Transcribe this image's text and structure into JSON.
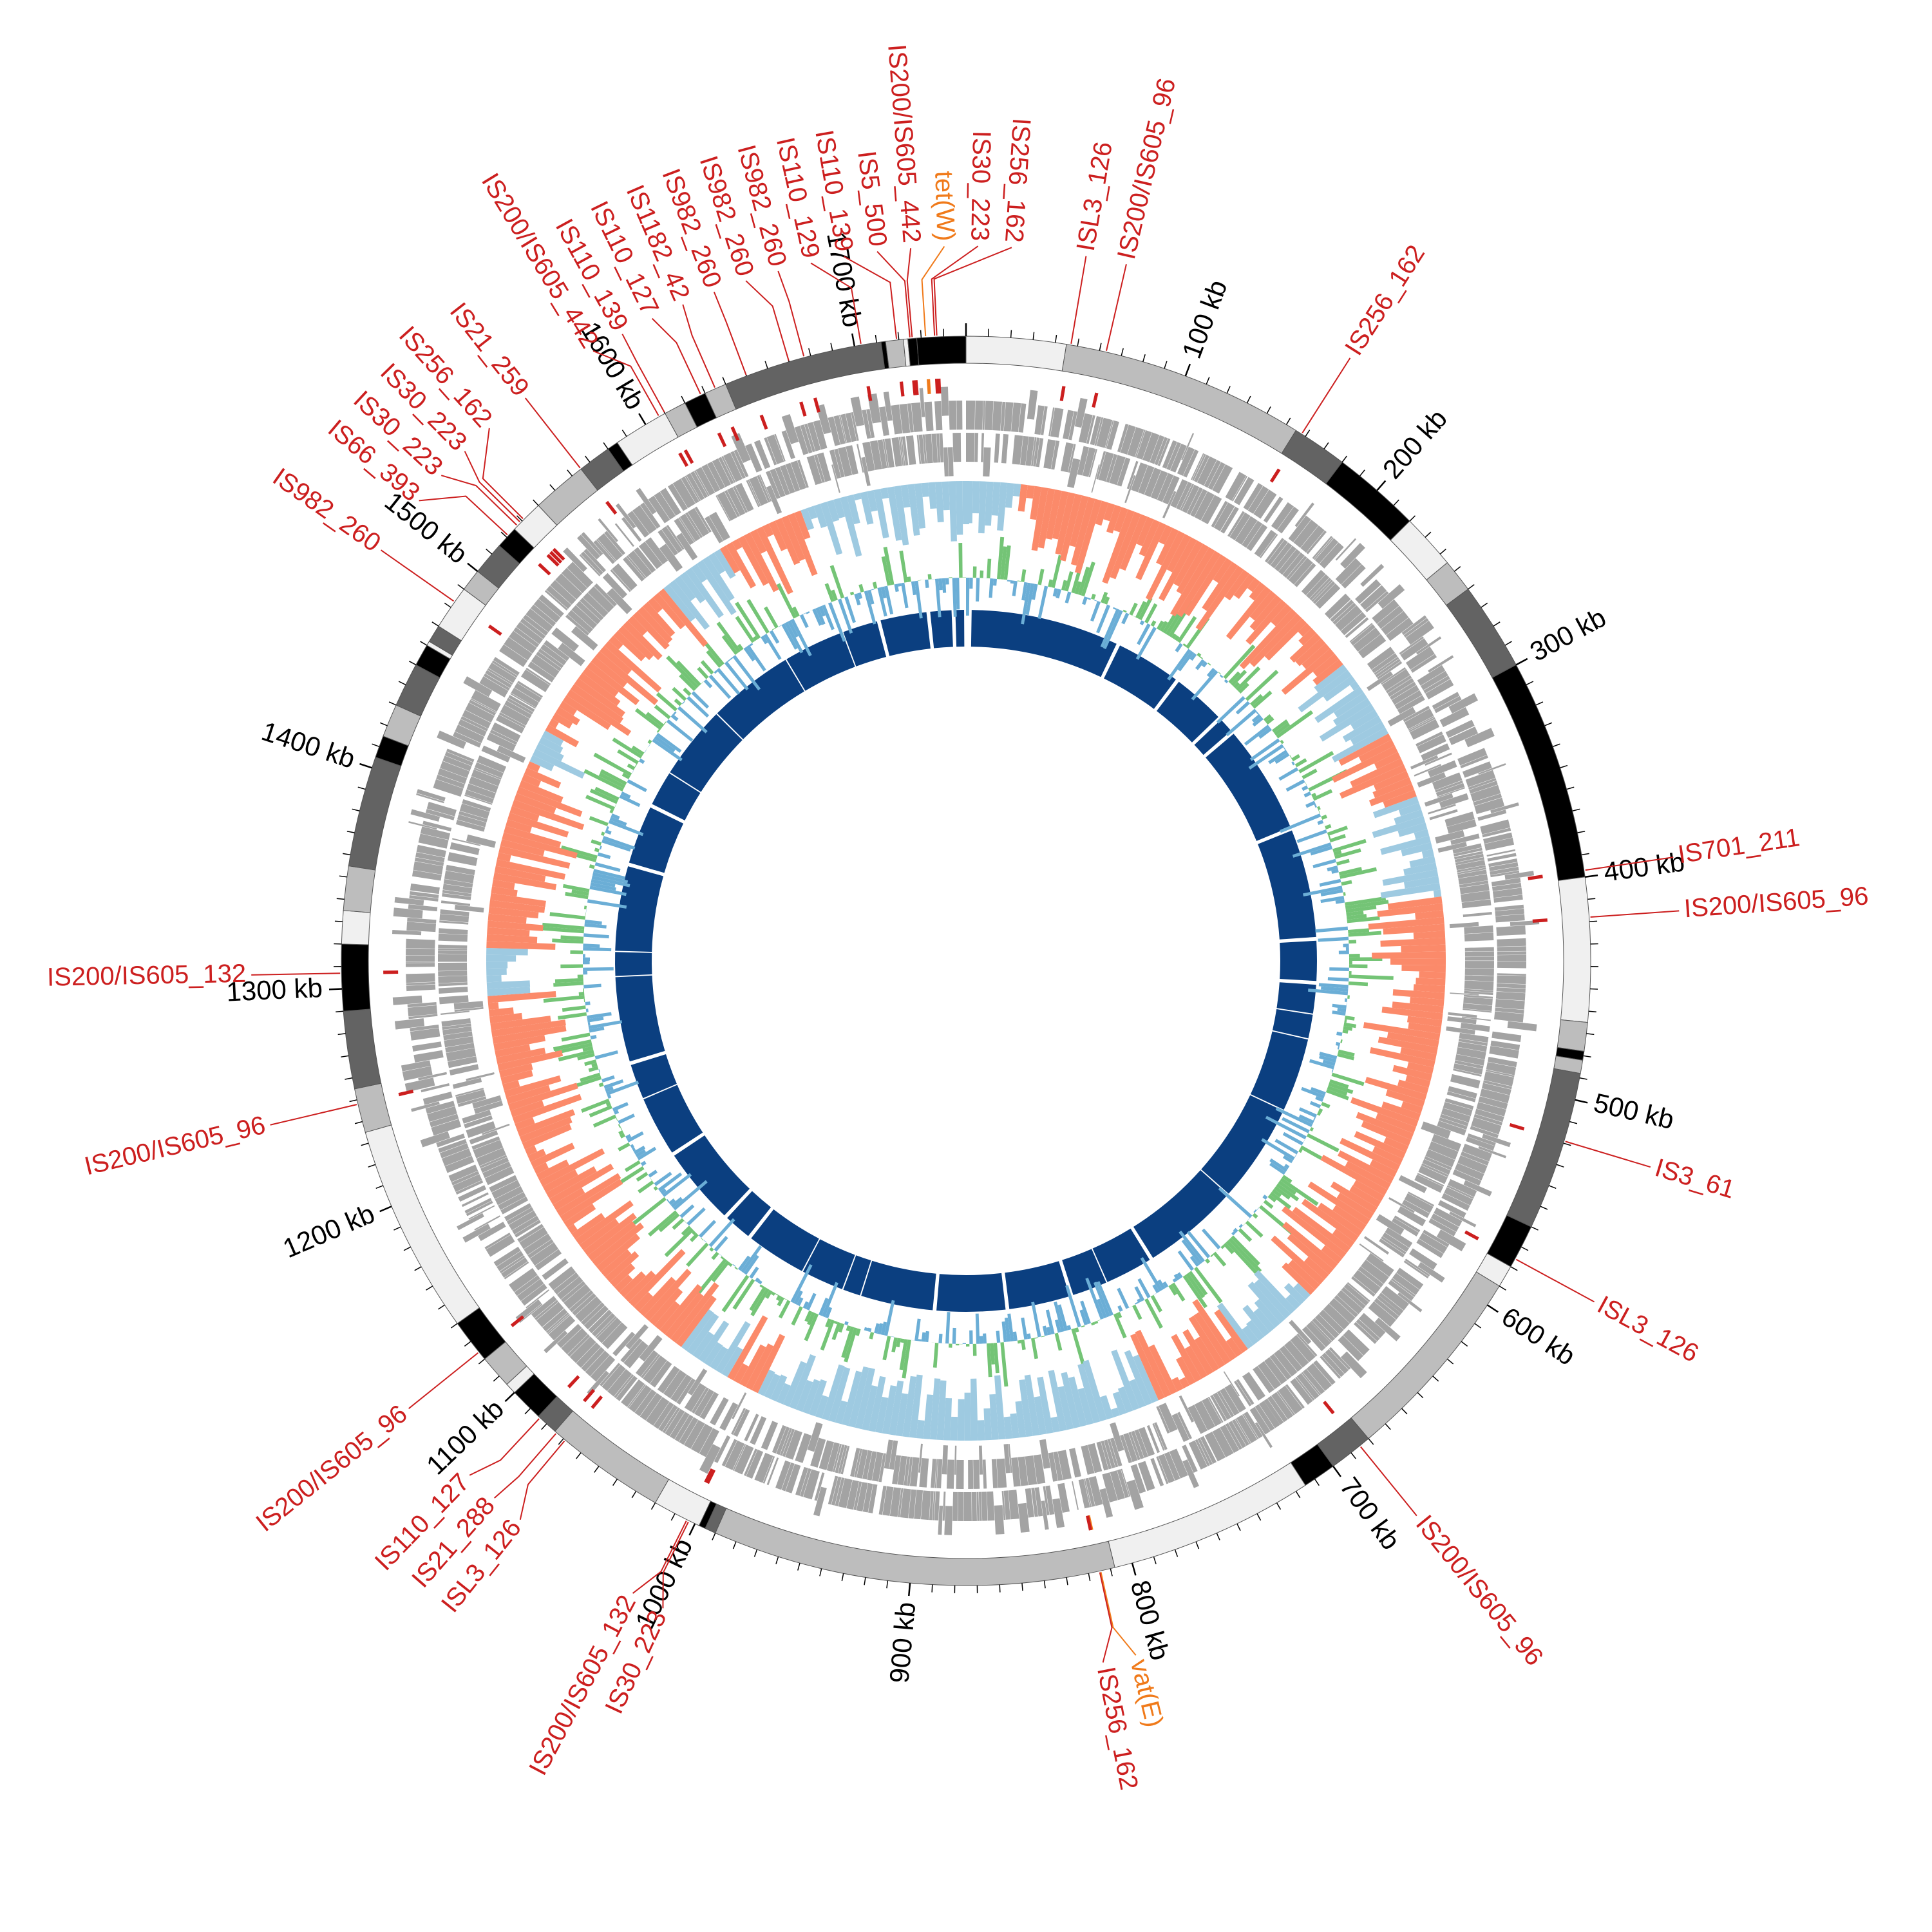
{
  "genome": {
    "length_kb": 1750
  },
  "ticks": {
    "major_step_kb": 100,
    "minor_step_kb": 10,
    "labels": [
      {
        "kb": 100,
        "text": "100 kb"
      },
      {
        "kb": 200,
        "text": "200 kb"
      },
      {
        "kb": 300,
        "text": "300 kb"
      },
      {
        "kb": 400,
        "text": "400 kb"
      },
      {
        "kb": 500,
        "text": "500 kb"
      },
      {
        "kb": 600,
        "text": "600 kb"
      },
      {
        "kb": 700,
        "text": "700 kb"
      },
      {
        "kb": 800,
        "text": "800 kb"
      },
      {
        "kb": 900,
        "text": "900 kb"
      },
      {
        "kb": 1000,
        "text": "1000 kb"
      },
      {
        "kb": 1100,
        "text": "1100 kb"
      },
      {
        "kb": 1200,
        "text": "1200 kb"
      },
      {
        "kb": 1300,
        "text": "1300 kb"
      },
      {
        "kb": 1400,
        "text": "1400 kb"
      },
      {
        "kb": 1500,
        "text": "1500 kb"
      },
      {
        "kb": 1600,
        "text": "1600 kb"
      },
      {
        "kb": 1700,
        "text": "1700 kb"
      }
    ]
  },
  "colors": {
    "is_element": "#cc1f1f",
    "resistance_gene": "#f07a1a",
    "cds": "#a3a3a3",
    "skew_positive": "#fb8a6a",
    "skew_negative": "#9ecae1",
    "gc_positive": "#74c476",
    "gc_negative": "#6baed6",
    "contig": "#0b3f80"
  },
  "segments": [
    [
      0,
      45,
      "#f0f0f0"
    ],
    [
      45,
      155,
      "#bdbdbd"
    ],
    [
      155,
      180,
      "#636363"
    ],
    [
      180,
      220,
      "#000000"
    ],
    [
      220,
      245,
      "#f0f0f0"
    ],
    [
      245,
      260,
      "#bdbdbd"
    ],
    [
      260,
      300,
      "#636363"
    ],
    [
      300,
      400,
      "#000000"
    ],
    [
      400,
      465,
      "#f0f0f0"
    ],
    [
      465,
      478,
      "#bdbdbd"
    ],
    [
      478,
      482,
      "#000000"
    ],
    [
      482,
      488,
      "#bdbdbd"
    ],
    [
      488,
      560,
      "#636363"
    ],
    [
      560,
      580,
      "#000000"
    ],
    [
      580,
      590,
      "#f0f0f0"
    ],
    [
      590,
      680,
      "#bdbdbd"
    ],
    [
      680,
      700,
      "#636363"
    ],
    [
      700,
      715,
      "#000000"
    ],
    [
      715,
      808,
      "#f0f0f0"
    ],
    [
      808,
      990,
      "#bdbdbd"
    ],
    [
      990,
      995,
      "#636363"
    ],
    [
      995,
      998,
      "#000000"
    ],
    [
      998,
      1020,
      "#f0f0f0"
    ],
    [
      1020,
      1075,
      "#bdbdbd"
    ],
    [
      1075,
      1085,
      "#636363"
    ],
    [
      1085,
      1100,
      "#000000"
    ],
    [
      1100,
      1105,
      "#f0f0f0"
    ],
    [
      1105,
      1120,
      "#bdbdbd"
    ],
    [
      1120,
      1140,
      "#000000"
    ],
    [
      1140,
      1235,
      "#f0f0f0"
    ],
    [
      1235,
      1255,
      "#bdbdbd"
    ],
    [
      1255,
      1290,
      "#636363"
    ],
    [
      1290,
      1320,
      "#000000"
    ],
    [
      1320,
      1335,
      "#f0f0f0"
    ],
    [
      1335,
      1355,
      "#bdbdbd"
    ],
    [
      1355,
      1405,
      "#636363"
    ],
    [
      1405,
      1415,
      "#000000"
    ],
    [
      1415,
      1430,
      "#bdbdbd"
    ],
    [
      1430,
      1450,
      "#636363"
    ],
    [
      1450,
      1460,
      "#000000"
    ],
    [
      1460,
      1462,
      "#f0f0f0"
    ],
    [
      1462,
      1470,
      "#636363"
    ],
    [
      1470,
      1490,
      "#f0f0f0"
    ],
    [
      1490,
      1500,
      "#bdbdbd"
    ],
    [
      1500,
      1515,
      "#636363"
    ],
    [
      1515,
      1525,
      "#000000"
    ],
    [
      1525,
      1540,
      "#f0f0f0"
    ],
    [
      1540,
      1565,
      "#bdbdbd"
    ],
    [
      1565,
      1580,
      "#636363"
    ],
    [
      1580,
      1585,
      "#000000"
    ],
    [
      1585,
      1610,
      "#f0f0f0"
    ],
    [
      1610,
      1620,
      "#bdbdbd"
    ],
    [
      1620,
      1630,
      "#000000"
    ],
    [
      1630,
      1640,
      "#bdbdbd"
    ],
    [
      1640,
      1712,
      "#636363"
    ],
    [
      1712,
      1714,
      "#000000"
    ],
    [
      1714,
      1722,
      "#bdbdbd"
    ],
    [
      1722,
      1724,
      "#f0f0f0"
    ],
    [
      1724,
      1728,
      "#000000"
    ],
    [
      1728,
      1750,
      "#000000"
    ]
  ],
  "mobile_elements": [
    {
      "name": "ISL3_126",
      "kb": 47,
      "type": "is"
    },
    {
      "name": "IS200/IS605_96",
      "kb": 63,
      "type": "is"
    },
    {
      "name": "IS256_162",
      "kb": 158,
      "type": "is"
    },
    {
      "name": "IS701_211",
      "kb": 397,
      "type": "is"
    },
    {
      "name": "IS200/IS605_96",
      "kb": 418,
      "type": "is"
    },
    {
      "name": "IS3_61",
      "kb": 519,
      "type": "is"
    },
    {
      "name": "ISL3_126",
      "kb": 576,
      "type": "is"
    },
    {
      "name": "IS200/IS605_96",
      "kb": 685,
      "type": "is"
    },
    {
      "name": "IS256_162",
      "kb": 815,
      "type": "is"
    },
    {
      "name": "vat(E)",
      "kb": 814.5,
      "type": "resistance"
    },
    {
      "name": "IS30_223",
      "kb": 1003,
      "type": "is"
    },
    {
      "name": "IS200/IS605_132",
      "kb": 1004,
      "type": "is"
    },
    {
      "name": "ISL3_126",
      "kb": 1069,
      "type": "is"
    },
    {
      "name": "IS21_288",
      "kb": 1074,
      "type": "is"
    },
    {
      "name": "IS110_127",
      "kb": 1084,
      "type": "is"
    },
    {
      "name": "IS200/IS605_96",
      "kb": 1124,
      "type": "is"
    },
    {
      "name": "IS200/IS605_96",
      "kb": 1248,
      "type": "is"
    },
    {
      "name": "IS200/IS605_132",
      "kb": 1307,
      "type": "is"
    },
    {
      "name": "IS982_260",
      "kb": 1483,
      "type": "is"
    },
    {
      "name": "IS66_393",
      "kb": 1521,
      "type": "is"
    },
    {
      "name": "IS30_223",
      "kb": 1527,
      "type": "is"
    },
    {
      "name": "IS30_223",
      "kb": 1529,
      "type": "is"
    },
    {
      "name": "IS256_162",
      "kb": 1531,
      "type": "is"
    },
    {
      "name": "IS21_259",
      "kb": 1565,
      "type": "is"
    },
    {
      "name": "IS200/IS605_442",
      "kb": 1607,
      "type": "is"
    },
    {
      "name": "IS110_139",
      "kb": 1610,
      "type": "is"
    },
    {
      "name": "IS110_127",
      "kb": 1628,
      "type": "is"
    },
    {
      "name": "IS1182_42",
      "kb": 1635,
      "type": "is"
    },
    {
      "name": "IS982_260",
      "kb": 1650,
      "type": "is"
    },
    {
      "name": "IS982_260",
      "kb": 1670,
      "type": "is"
    },
    {
      "name": "IS982_260",
      "kb": 1677,
      "type": "is"
    },
    {
      "name": "IS110_129",
      "kb": 1703,
      "type": "is"
    },
    {
      "name": "IS110_139",
      "kb": 1719,
      "type": "is"
    },
    {
      "name": "IS5_500",
      "kb": 1725,
      "type": "is"
    },
    {
      "name": "IS200/IS605_442",
      "kb": 1726,
      "type": "is"
    },
    {
      "name": "tet(W)",
      "kb": 1732,
      "type": "resistance"
    },
    {
      "name": "IS30_223",
      "kb": 1736,
      "type": "is"
    },
    {
      "name": "IS256_162",
      "kb": 1737,
      "type": "is"
    }
  ],
  "skew_regions": [
    [
      0,
      30,
      -1
    ],
    [
      30,
      250,
      1
    ],
    [
      250,
      300,
      -1
    ],
    [
      300,
      340,
      1
    ],
    [
      340,
      400,
      -1
    ],
    [
      400,
      650,
      1
    ],
    [
      650,
      700,
      -1
    ],
    [
      700,
      760,
      1
    ],
    [
      760,
      1000,
      -1
    ],
    [
      1000,
      1020,
      1
    ],
    [
      1020,
      1050,
      -1
    ],
    [
      1050,
      1290,
      1
    ],
    [
      1290,
      1320,
      -1
    ],
    [
      1320,
      1430,
      1
    ],
    [
      1430,
      1450,
      -1
    ],
    [
      1450,
      1560,
      1
    ],
    [
      1560,
      1600,
      -1
    ],
    [
      1600,
      1650,
      1
    ],
    [
      1650,
      1750,
      -1
    ]
  ],
  "contig_gaps_kb": [
    1740,
    3,
    125,
    180,
    225,
    240,
    330,
    420,
    455,
    480,
    500,
    560,
    640,
    720,
    760,
    790,
    842,
    900,
    960,
    975,
    1010,
    1060,
    1085,
    1150,
    1200,
    1230,
    1300,
    1320,
    1390,
    1440,
    1470,
    1530,
    1600,
    1650,
    1680,
    1720
  ]
}
